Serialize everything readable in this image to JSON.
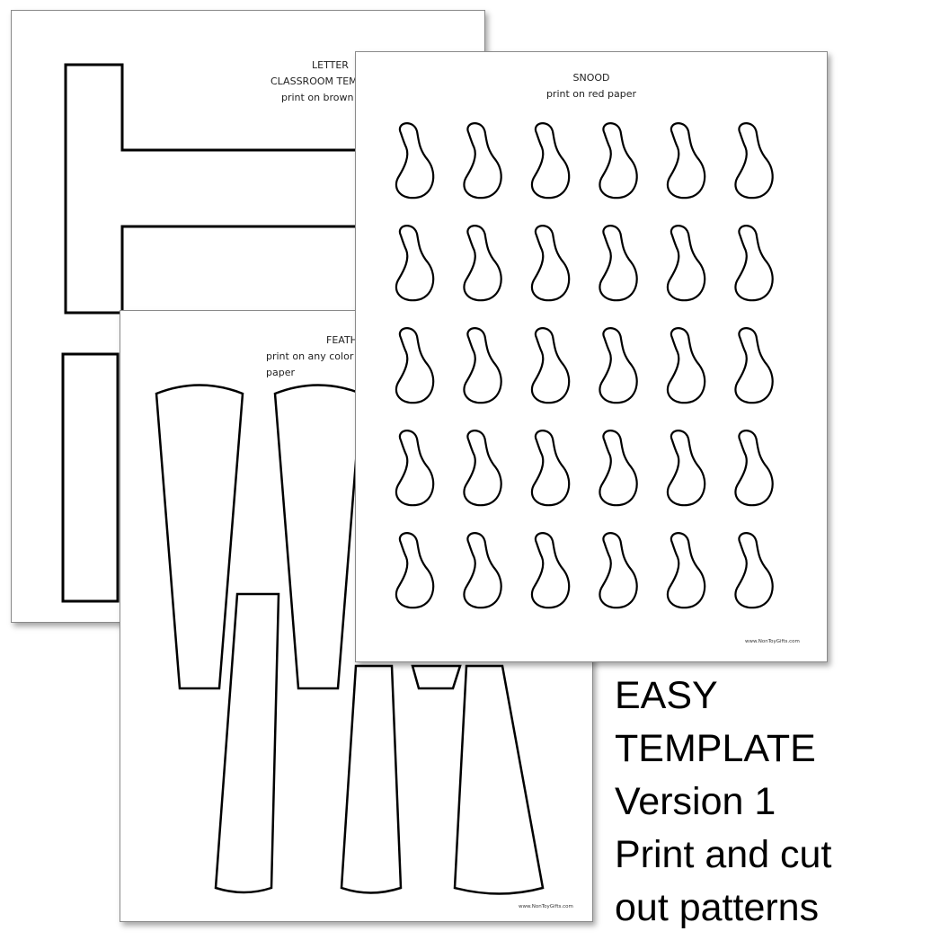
{
  "letter_sheet": {
    "title_line1": "LETTER",
    "title_line2": "CLASSROOM TEMPLATE",
    "subtitle": "print on brown paper"
  },
  "feathers_sheet": {
    "title": "FEATHERS",
    "subtitle": "print on any color paper",
    "footer_url": "www.NonToyGifts.com"
  },
  "snood_sheet": {
    "title": "SNOOD",
    "subtitle": "print on red paper",
    "footer_url": "www.NonToyGifts.com",
    "grid": {
      "rows": 5,
      "columns": 6
    }
  },
  "caption": {
    "line1": "EASY",
    "line2": "TEMPLATE",
    "line3": "Version 1",
    "line4": "Print and cut",
    "line5": "out patterns"
  }
}
